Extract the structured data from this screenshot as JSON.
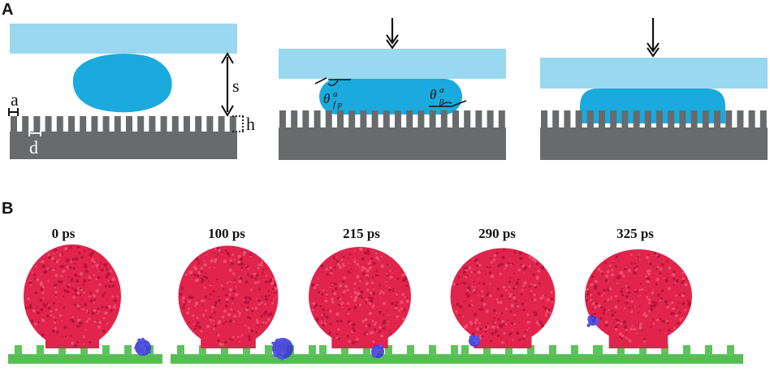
{
  "panels": {
    "a": {
      "letter": "A",
      "labels": {
        "s": "s",
        "a": "a",
        "h": "h",
        "d": "d",
        "theta_fp": "θ",
        "theta_fp_sup": "a",
        "theta_fp_sub": "f p",
        "theta_p": "θ",
        "theta_p_sup": "a",
        "theta_p_sub": "p"
      }
    },
    "b": {
      "letter": "B",
      "frames": [
        {
          "time": "0 ps"
        },
        {
          "time": "100 ps"
        },
        {
          "time": "215 ps"
        },
        {
          "time": "290 ps"
        },
        {
          "time": "325 ps"
        }
      ]
    }
  },
  "colors": {
    "plate": "#99d8ee",
    "drop": "#1aaadd",
    "substrate": "#696a6c",
    "md_drop": "#e0244c",
    "md_blue": "#3a3ad0",
    "md_substrate": "#5cc45a"
  }
}
